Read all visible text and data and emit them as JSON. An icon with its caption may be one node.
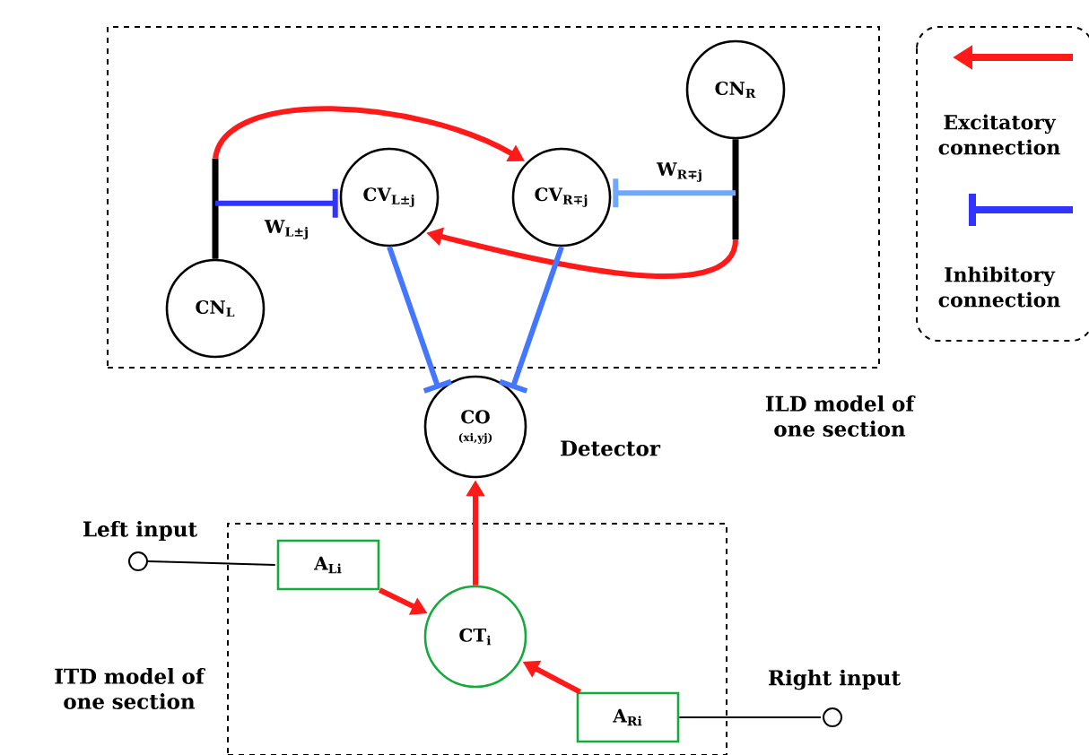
{
  "diagram": {
    "nodes": [
      {
        "text": [
          "ILD model of one section"
        ]
      },
      {
        "text": [
          "CN$_{L}$"
        ],
        "in": 0
      },
      {
        "text": [
          "CV$_{L±j}$"
        ],
        "in": 0
      },
      {
        "text": [
          "CV$_{R∓j}$"
        ],
        "in": 0
      },
      {
        "text": [
          "CN$_{R}$"
        ],
        "in": 0
      },
      {
        "text": [
          "CO",
          "(xi,yj)"
        ],
        "beside": [
          "Detector"
        ]
      },
      {
        "text": [
          "ITD model of one section"
        ]
      },
      {
        "text": [
          "A$_{Li}$"
        ],
        "in": 6
      },
      {
        "text": [
          "CT$_{i}$"
        ],
        "in": 6
      },
      {
        "text": [
          "A$_{Ri}$"
        ],
        "in": 6
      },
      {
        "text": [],
        "shape": "circle",
        "beside": [
          "Left input"
        ]
      },
      {
        "text": [],
        "shape": "circle",
        "beside": [
          "Right input"
        ]
      }
    ],
    "edges": [
      {
        "from": 1,
        "to": 3,
        "arrow": "to"
      },
      {
        "from": 1,
        "to": 2,
        "arrow": "other",
        "label": "W$_{L±j}$",
        "color": "#3333ff"
      },
      {
        "from": 4,
        "to": 3,
        "arrow": "other",
        "label": "W$_{R∓j}$",
        "color": "#6fa8ff"
      },
      {
        "from": 4,
        "to": 2,
        "arrow": "to"
      },
      {
        "from": 2,
        "to": 5,
        "arrow": "other",
        "color": "#4477ff"
      },
      {
        "from": 3,
        "to": 5,
        "arrow": "other",
        "color": "#4477ff"
      },
      {
        "from": 8,
        "to": 5,
        "arrow": "to"
      },
      {
        "from": 7,
        "to": 8,
        "arrow": "to"
      },
      {
        "from": 9,
        "to": 8,
        "arrow": "to"
      },
      {
        "from": 10,
        "to": 7,
        "arrow": "none",
        "color": "#000000"
      },
      {
        "from": 9,
        "to": 11,
        "arrow": "none",
        "color": "#000000"
      }
    ],
    "legend": [
      {
        "text": "Excitatory connection"
      },
      {
        "text": "Inhibitory connection"
      }
    ]
  }
}
